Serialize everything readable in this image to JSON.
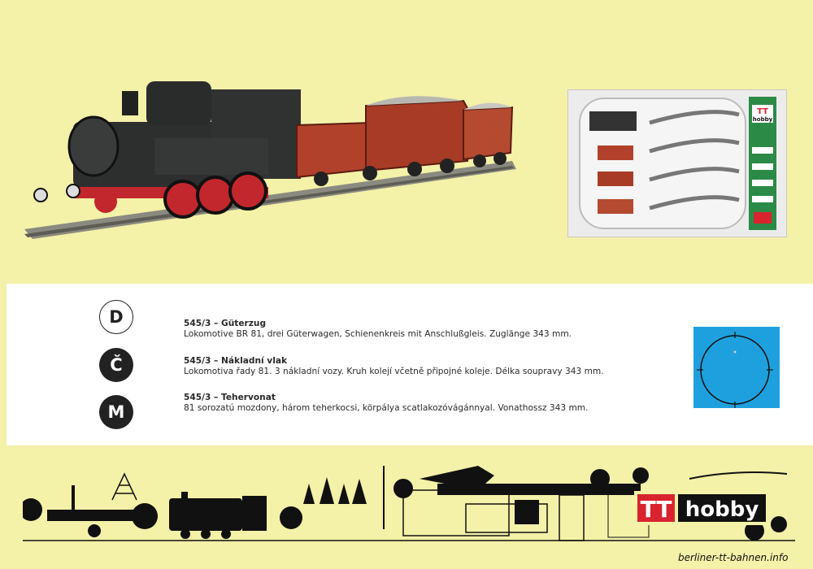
{
  "entries": [
    {
      "lang_letter": "D",
      "title": "545/3 – Güterzug",
      "description": "Lokomotive BR 81, drei Güterwagen, Schienenkreis mit Anschlußgleis. Zuglänge 343 mm."
    },
    {
      "lang_letter": "Č",
      "title": "545/3 – Nákladní vlak",
      "description": "Lokomotiva řady 81. 3 nákladní vozy. Kruh kolejí včetně připojné koleje. Délka soupravy 343 mm."
    },
    {
      "lang_letter": "M",
      "title": "545/3 – Tehervonat",
      "description": "81 sorozatú mozdony, három teherkocsi, körpálya scatlakozóvágánnyal. Vonathossz 343 mm."
    }
  ],
  "logo": {
    "tt": "TT",
    "hobby": "hobby"
  },
  "box_logo": {
    "tt": "TT",
    "hobby": "hobby"
  },
  "watermark": "berliner-tt-bahnen.info",
  "colors": {
    "background": "#f4f1a8",
    "layout_blue": "#1ea0de",
    "wagon_red": "#b2412b",
    "logo_red": "#d9232e"
  }
}
